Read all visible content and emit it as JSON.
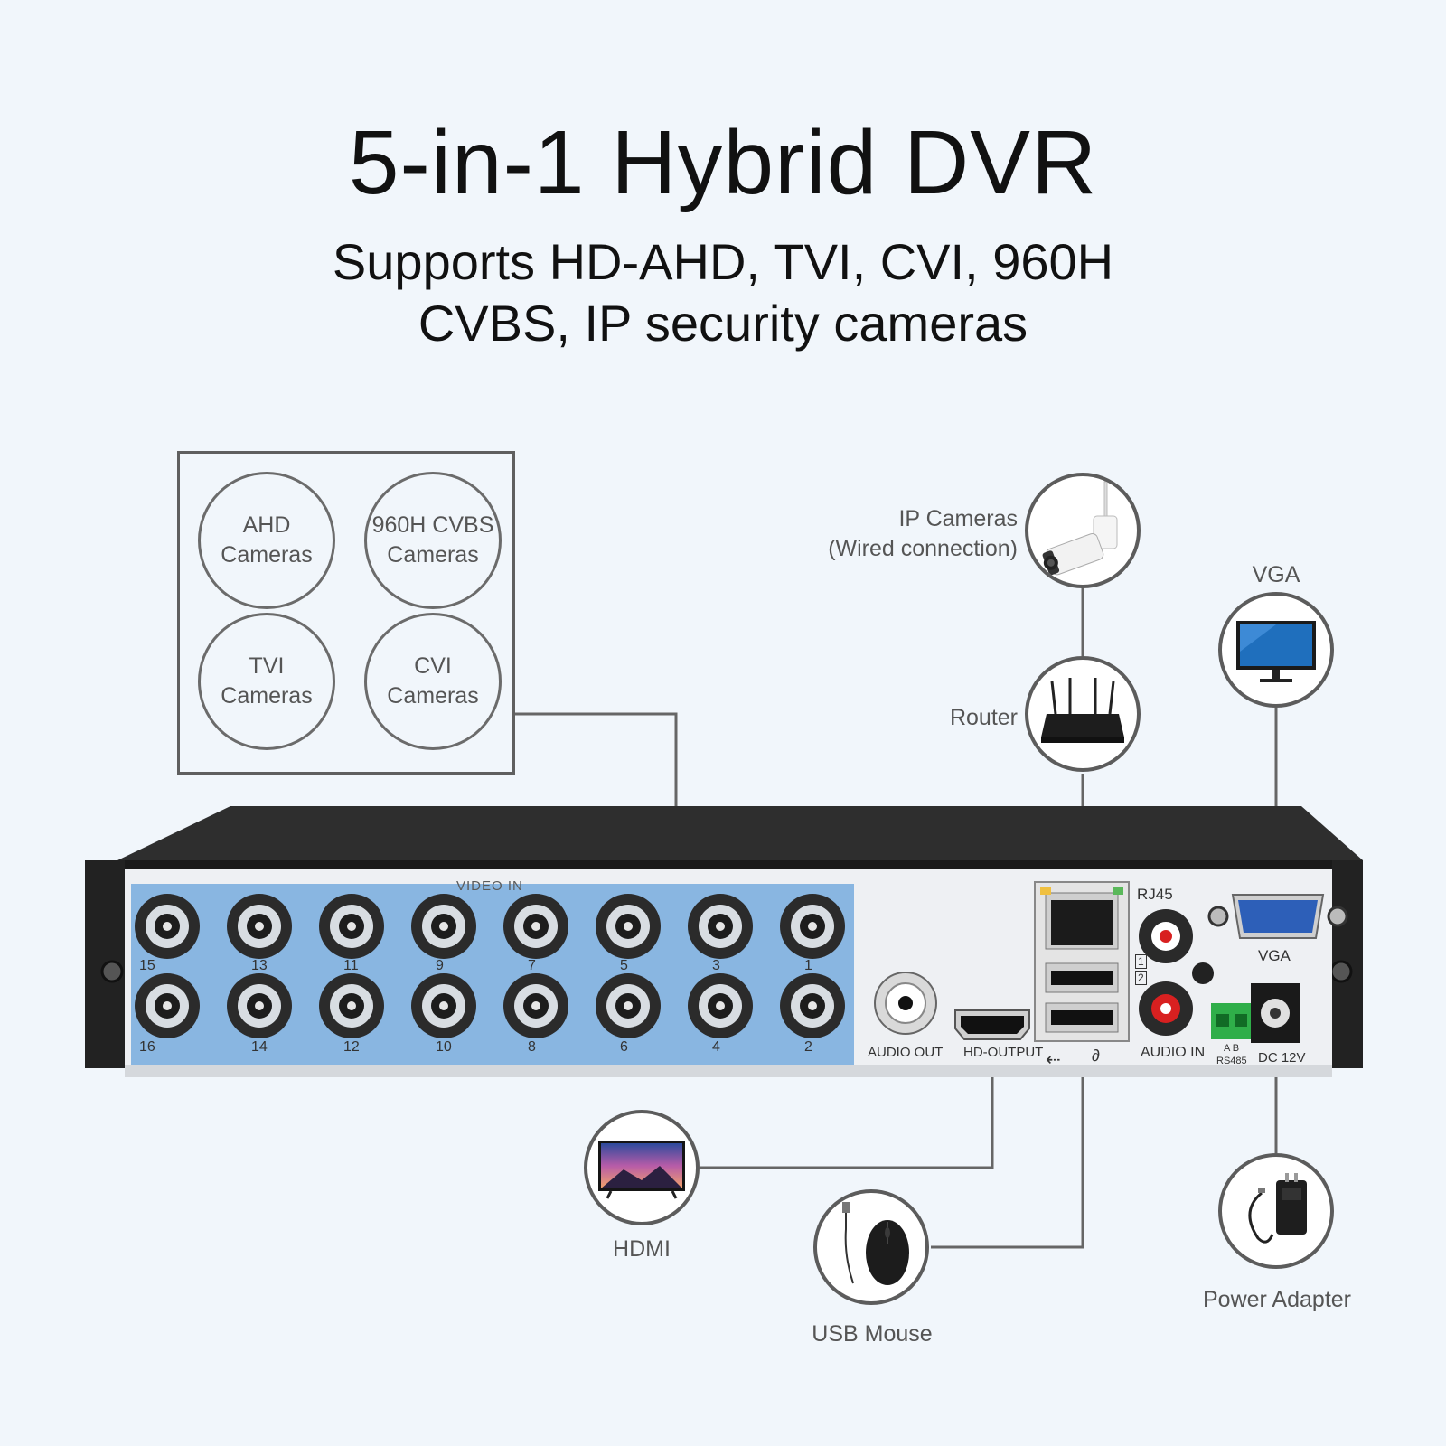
{
  "title": "5-in-1 Hybrid DVR",
  "subtitle_line1": "Supports HD-AHD, TVI, CVI, 960H",
  "subtitle_line2": "CVBS, IP security cameras",
  "camera_types": [
    {
      "line1": "AHD",
      "line2": "Cameras"
    },
    {
      "line1": "960H CVBS",
      "line2": "Cameras"
    },
    {
      "line1": "TVI",
      "line2": "Cameras"
    },
    {
      "line1": "CVI",
      "line2": "Cameras"
    }
  ],
  "devices": {
    "ip_cameras": {
      "line1": "IP Cameras",
      "line2": "(Wired connection)"
    },
    "router": "Router",
    "vga": "VGA",
    "hdmi": "HDMI",
    "usb_mouse": "USB Mouse",
    "power_adapter": "Power Adapter"
  },
  "panel": {
    "video_in": "VIDEO IN",
    "ports_top": [
      "15",
      "13",
      "11",
      "9",
      "7",
      "5",
      "3",
      "1"
    ],
    "ports_bottom": [
      "16",
      "14",
      "12",
      "10",
      "8",
      "6",
      "4",
      "2"
    ],
    "audio_out": "AUDIO OUT",
    "hd_output": "HD-OUTPUT",
    "rj45": "RJ45",
    "audio_in": "AUDIO IN",
    "vga": "VGA",
    "rs485_ab": "A B",
    "rs485": "RS485",
    "dc12v": "DC 12V",
    "ch1": "1",
    "ch2": "2"
  },
  "colors": {
    "background": "#f1f6fb",
    "line": "#666666",
    "highlight": "#6fa8dc",
    "dvr_body": "#2d2d2d"
  }
}
